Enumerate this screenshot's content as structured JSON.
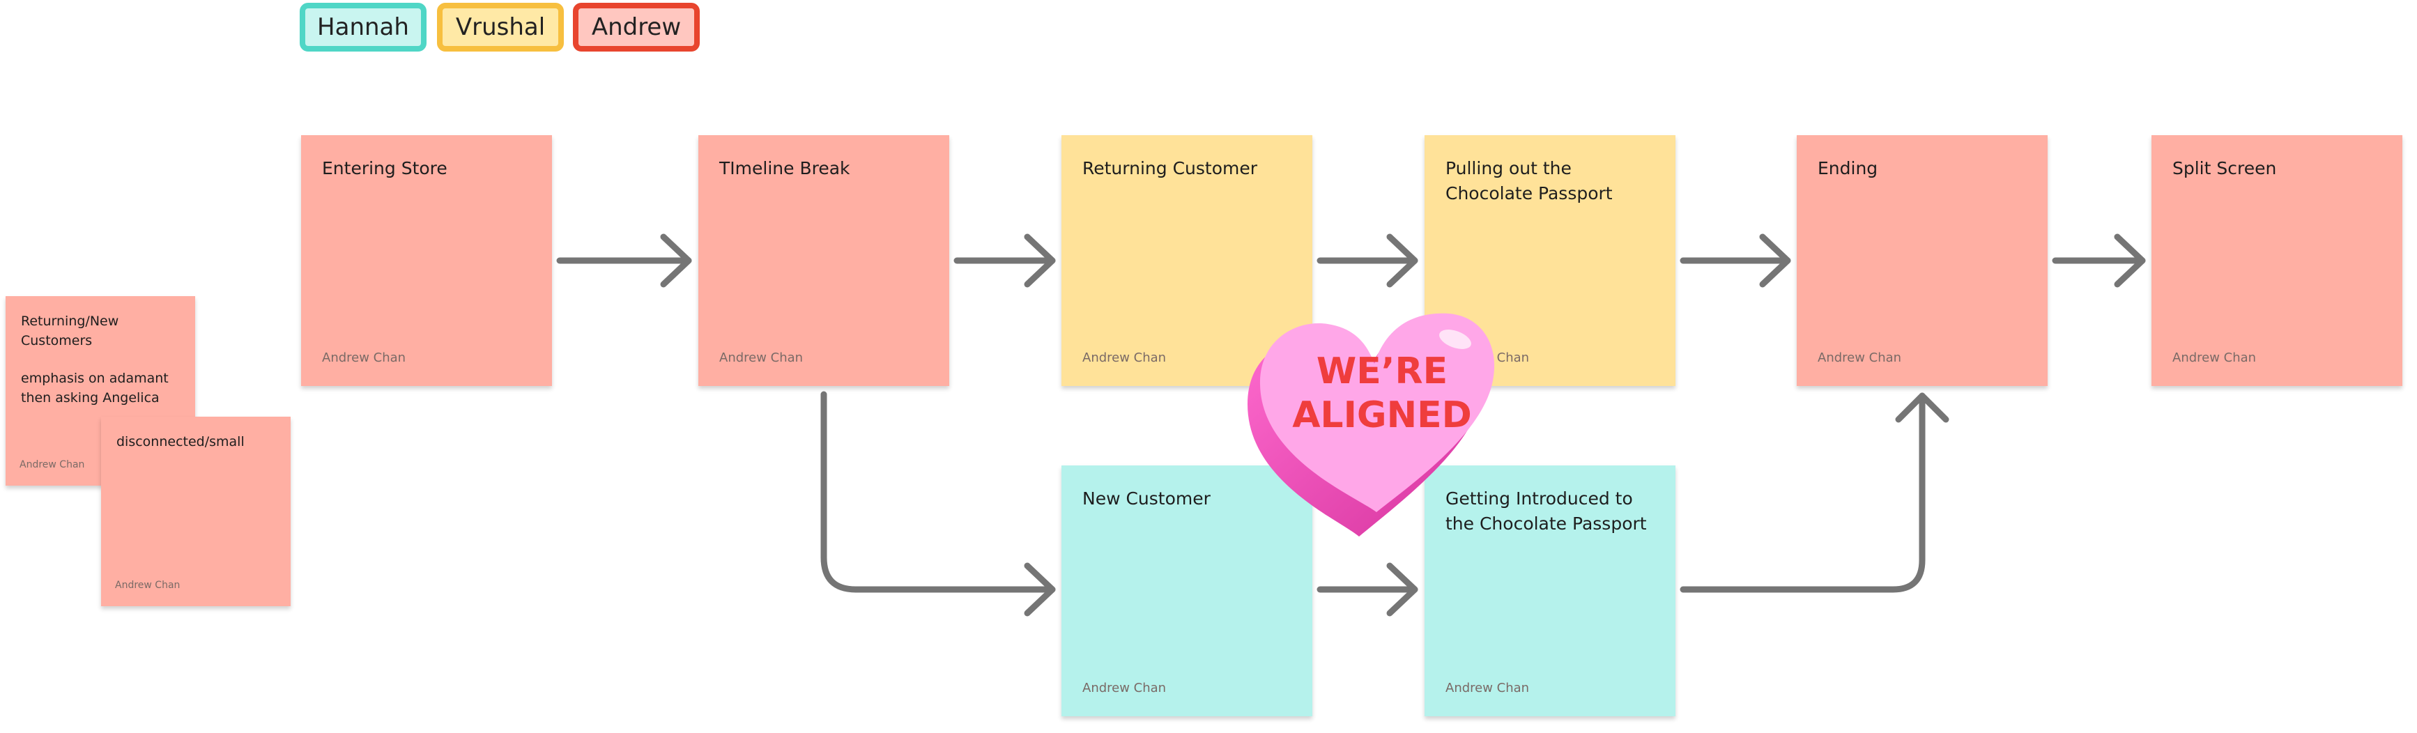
{
  "tags": [
    {
      "label": "Hannah",
      "bg": "#c9f5f0",
      "border": "#4fd6c6"
    },
    {
      "label": "Vrushal",
      "bg": "#ffe9a6",
      "border": "#f7bf3f"
    },
    {
      "label": "Andrew",
      "bg": "#ffc7c0",
      "border": "#e8452e"
    }
  ],
  "colors": {
    "red_sticky": "#ffafa3",
    "yellow_sticky": "#ffe299",
    "teal_sticky": "#b5f2ec",
    "arrow": "#757575"
  },
  "stickies": {
    "entering_store": {
      "title": "Entering Store",
      "author": "Andrew Chan"
    },
    "timeline_break": {
      "title": "TImeline Break",
      "author": "Andrew Chan"
    },
    "returning_customer": {
      "title": "Returning Customer",
      "author": "Andrew Chan"
    },
    "pulling_out": {
      "title": "Pulling out the Chocolate Passport",
      "author": "Andrew Chan"
    },
    "ending": {
      "title": "Ending",
      "author": "Andrew Chan"
    },
    "split_screen": {
      "title": "Split Screen",
      "author": "Andrew Chan"
    },
    "new_customer": {
      "title": "New Customer",
      "author": "Andrew Chan"
    },
    "getting_introduced": {
      "title": "Getting Introduced to the Chocolate Passport",
      "author": "Andrew Chan"
    },
    "returning_new": {
      "title": "Returning/New Customers",
      "title2": "emphasis on adamant then asking Angelica",
      "author": "Andrew Chan"
    },
    "disconnected": {
      "title": "disconnected/small",
      "author": "Andrew Chan"
    }
  },
  "sticker": {
    "line1": "WE’RE",
    "line2": "ALIGNED"
  }
}
